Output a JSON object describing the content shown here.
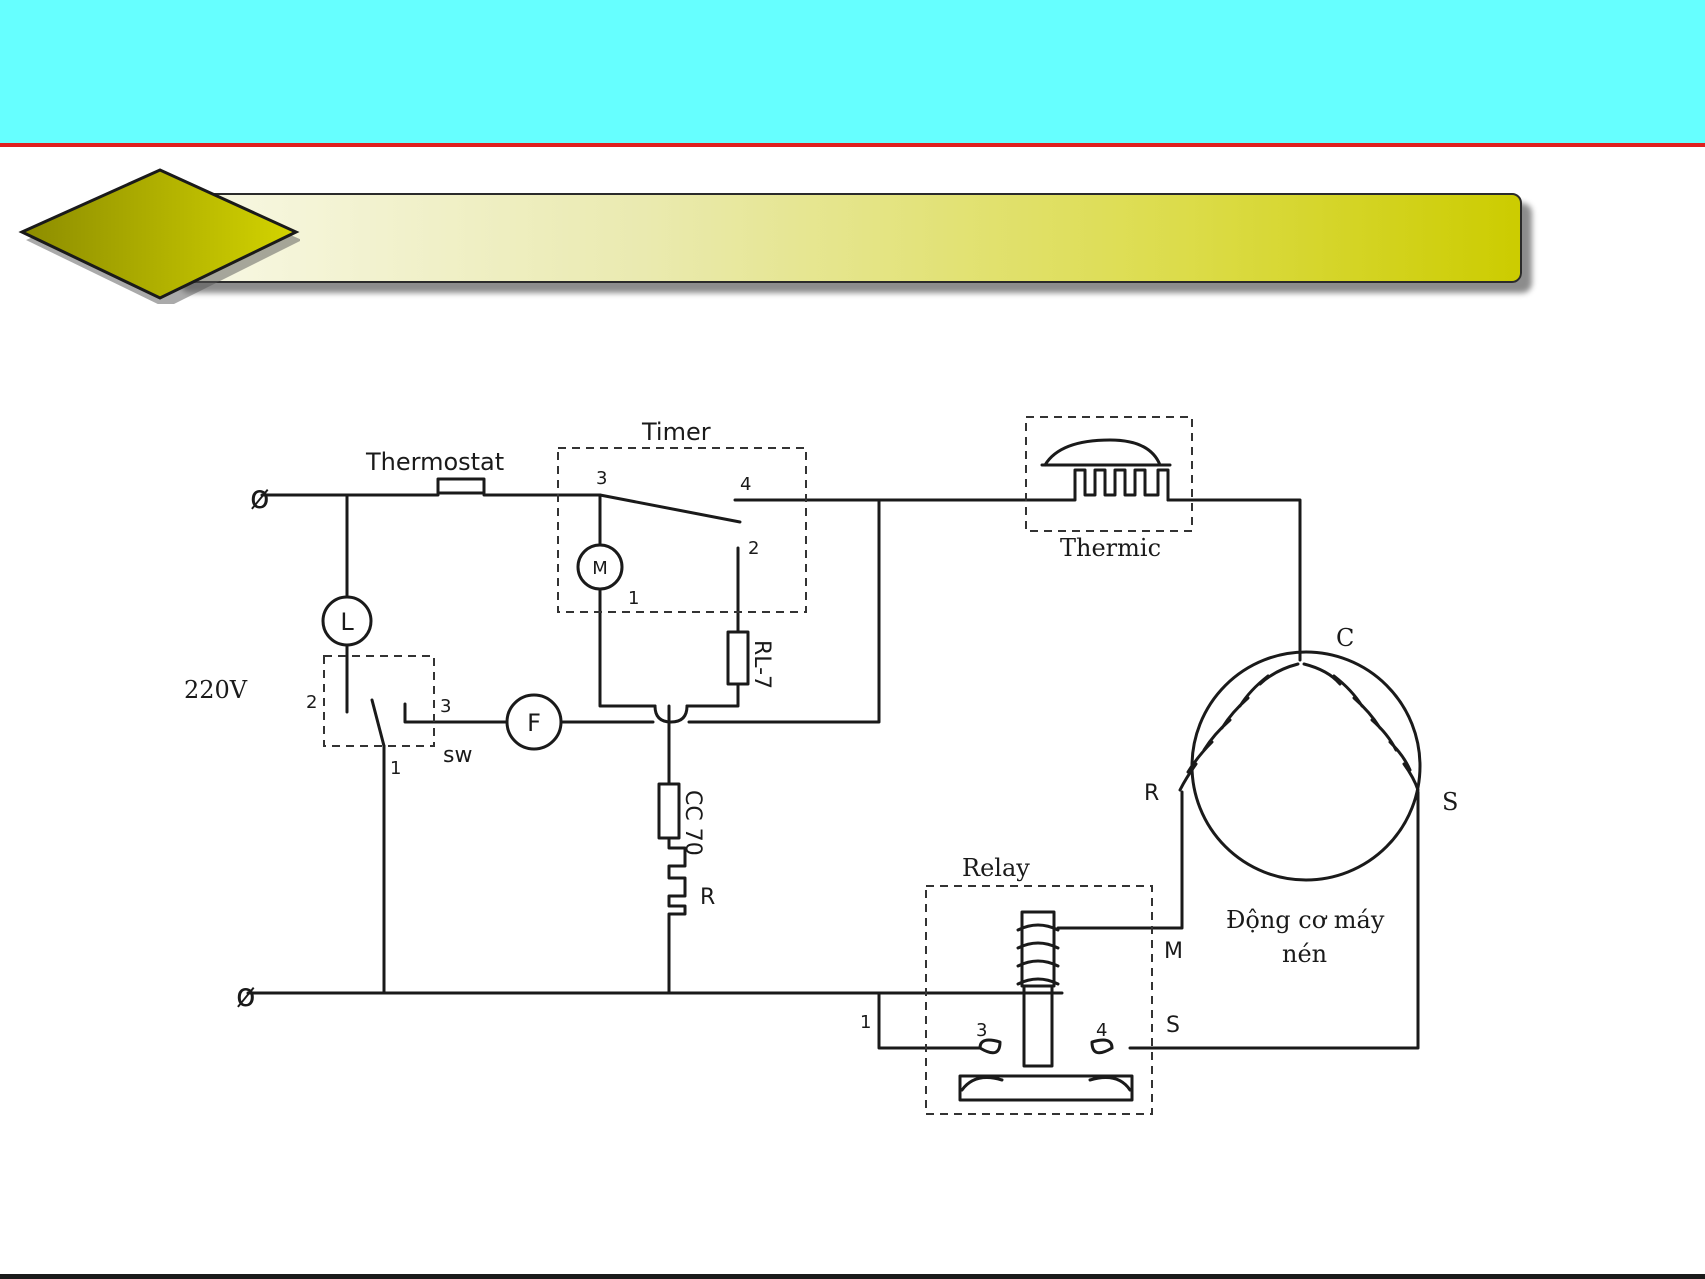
{
  "diagram": {
    "timer_label": "Timer",
    "thermostat_label": "Thermostat",
    "thermic_label": "Thermic",
    "voltage_label": "220V",
    "switch_label": "sw",
    "lamp_symbol": "L",
    "fan_symbol": "F",
    "timer_motor_symbol": "M",
    "resistor_rl_label": "RL-7",
    "resistor_cc_label": "CC 70",
    "heater_label": "R",
    "relay_label": "Relay",
    "motor_label_line1": "Động cơ máy",
    "motor_label_line2": "nén",
    "terminal_c": "C",
    "terminal_r": "R",
    "terminal_s": "S",
    "relay_m": "M",
    "relay_s": "S",
    "timer_pin_1": "1",
    "timer_pin_2": "2",
    "timer_pin_3": "3",
    "timer_pin_4": "4",
    "switch_pin_1": "1",
    "switch_pin_2": "2",
    "switch_pin_3": "3",
    "relay_pin_1": "1",
    "relay_pin_3": "3",
    "relay_pin_4": "4",
    "terminal_symbol": "ø"
  },
  "colors": {
    "header": "#66ffff",
    "header_line": "#e02020",
    "diamond": "#b0b000"
  }
}
